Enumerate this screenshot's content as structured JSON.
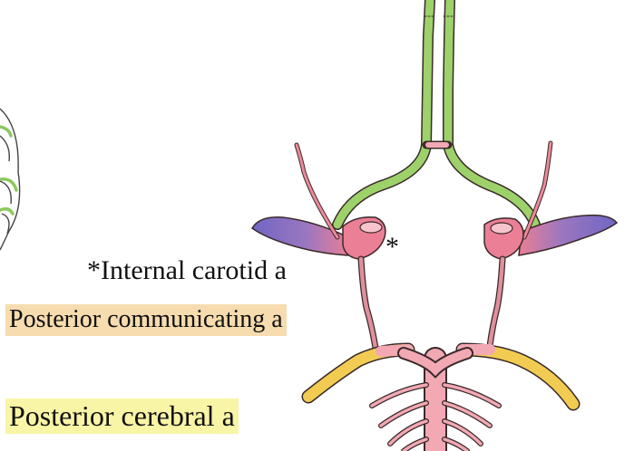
{
  "labels": {
    "internal_carotid": "*Internal carotid a",
    "posterior_communicating": "Posterior communicating a",
    "posterior_cerebral": "Posterior cerebral a",
    "asterisk": "*"
  },
  "colors": {
    "anterior_cerebral": "#9dd16a",
    "middle_cerebral": "#7b6fc8",
    "carotid": "#eb7f96",
    "posterior_communicating": "#e08f9c",
    "posterior_cerebral": "#f2cc52",
    "basilar": "#f2a9b4",
    "outline": "#3a2a2a",
    "pcom_highlight": "#f6dcae",
    "pca_highlight": "#f9f5a6"
  }
}
